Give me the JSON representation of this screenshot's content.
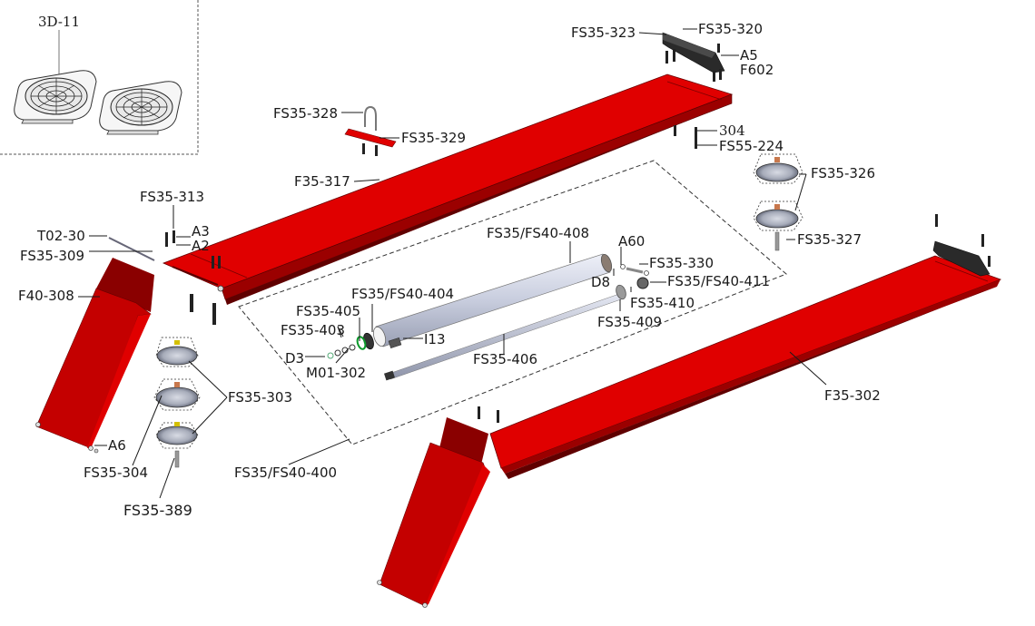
{
  "title": "Exploded parts diagram – four-post lift runways, ramps and cylinder assembly",
  "colors": {
    "runway_red": "#e00000",
    "runway_dark": "#8a0000",
    "ramp_red": "#c90000",
    "ramp_dark": "#8c0000",
    "cylinder": "#c9cede",
    "chock_black": "#2a2a2a",
    "leader": "#1a1a1a"
  },
  "inset": {
    "name": "turntable set",
    "label": "3D-11"
  },
  "groups": {
    "cylinder_assembly": "FS35/FS40-400"
  },
  "labels": {
    "3d11": "3D-11",
    "fs35_323": "FS35-323",
    "fs35_320": "FS35-320",
    "a5": "A5",
    "f602": "F602",
    "fs35_328": "FS35-328",
    "fs35_329": "FS35-329",
    "f35_317": "F35-317",
    "l304": "304",
    "fs55_224": "FS55-224",
    "fs35_326": "FS35-326",
    "fs35_327": "FS35-327",
    "fs35_313": "FS35-313",
    "a3": "A3",
    "a2": "A2",
    "t02_30": "T02-30",
    "fs35_309": "FS35-309",
    "f40_308": "F40-308",
    "fs35_fs40_408": "FS35/FS40-408",
    "a60": "A60",
    "fs35_330": "FS35-330",
    "d8": "D8",
    "fs35_fs40_411": "FS35/FS40-411",
    "fs35_410": "FS35-410",
    "fs35_409": "FS35-409",
    "fs35_fs40_404": "FS35/FS40-404",
    "fs35_405": "FS35-405",
    "fs35_403": "FS35-403",
    "i13": "I13",
    "d3": "D3",
    "m01_302": "M01-302",
    "fs35_406": "FS35-406",
    "fs35_303": "FS35-303",
    "a6": "A6",
    "fs35_304": "FS35-304",
    "fs35_389": "FS35-389",
    "fs35_fs40_400": "FS35/FS40-400",
    "f35_302": "F35-302"
  }
}
